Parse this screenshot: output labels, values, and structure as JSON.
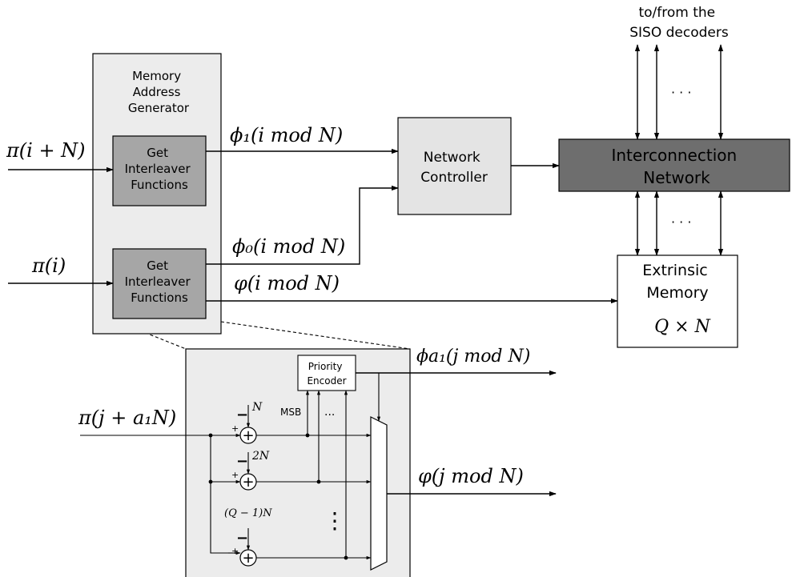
{
  "colors": {
    "panel_fill": "#ececec",
    "inner_box_fill": "#a6a6a6",
    "controller_fill": "#e4e4e4",
    "network_fill": "#6e6e6e",
    "memory_fill": "#ffffff",
    "zoom_fill": "#ececec",
    "line": "#000000"
  },
  "top_label": {
    "line1": "to/from the",
    "line2": "SISO decoders"
  },
  "mag": {
    "line1": "Memory",
    "line2": "Address",
    "line3": "Generator"
  },
  "gif_top": {
    "line1": "Get",
    "line2": "Interleaver",
    "line3": "Functions"
  },
  "gif_bottom": {
    "line1": "Get",
    "line2": "Interleaver",
    "line3": "Functions"
  },
  "inputs": {
    "top": "π(i + N)",
    "bottom": "π(i)"
  },
  "signals": {
    "phi1": "ϕ₁(i mod N)",
    "phi0": "ϕ₀(i mod N)",
    "varphi": "φ(i mod N)"
  },
  "network_controller": {
    "line1": "Network",
    "line2": "Controller"
  },
  "interconnection": {
    "line1": "Interconnection",
    "line2": "Network"
  },
  "extrinsic": {
    "line1": "Extrinsic",
    "line2": "Memory",
    "size": "Q × N"
  },
  "dots": "· · ·",
  "zoom": {
    "priority": {
      "line1": "Priority",
      "line2": "Encoder"
    },
    "input": "π(j + a₁N)",
    "out_phi": "ϕa₁(j mod N)",
    "out_varphi": "φ(j mod N)",
    "msb": "MSB",
    "hdots": "···",
    "vdots": "⋮",
    "minus": "−",
    "plus": "+",
    "adder_symbol": "+",
    "sub1": "N",
    "sub2": "2N",
    "sub3": "(Q − 1)N"
  }
}
